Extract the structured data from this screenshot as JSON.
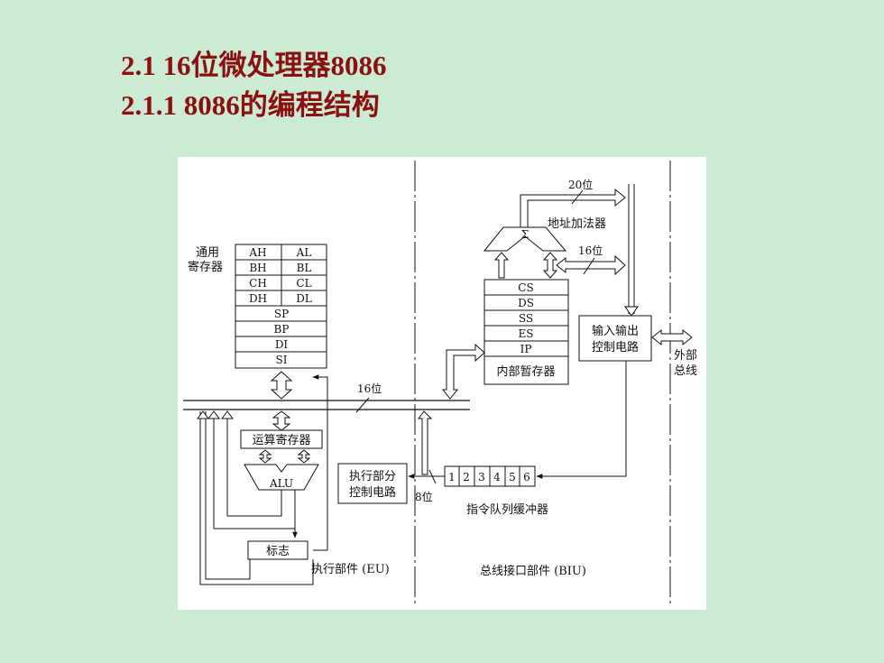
{
  "slide": {
    "title_line1": "2.1  16位微处理器8086",
    "title_line2": "2.1.1  8086的编程结构",
    "title_color": "#8b1010",
    "background_color": "#cbebd5"
  },
  "diagram": {
    "general_registers_label_1": "通用",
    "general_registers_label_2": "寄存器",
    "general_registers": [
      [
        "AH",
        "AL"
      ],
      [
        "BH",
        "BL"
      ],
      [
        "CH",
        "CL"
      ],
      [
        "DH",
        "DL"
      ]
    ],
    "pointer_registers": [
      "SP",
      "BP",
      "DI",
      "SI"
    ],
    "segment_registers": [
      "CS",
      "DS",
      "SS",
      "ES",
      "IP"
    ],
    "internal_temp_registers": "内部暂存器",
    "sigma": "Σ",
    "address_adder": "地址加法器",
    "bits_20": "20位",
    "bits_16_top": "16位",
    "bits_16_bus": "16位",
    "bits_8": "8位",
    "io_control_1": "输入输出",
    "io_control_2": "控制电路",
    "external_bus_1": "外部",
    "external_bus_2": "总线",
    "alu_register": "运算寄存器",
    "alu": "ALU",
    "eu_control_1": "执行部分",
    "eu_control_2": "控制电路",
    "queue_cells": [
      "1",
      "2",
      "3",
      "4",
      "5",
      "6"
    ],
    "queue_label": "指令队列缓冲器",
    "flags": "标志",
    "eu_label": "执行部件 (EU)",
    "biu_label": "总线接口部件 (BIU)"
  }
}
